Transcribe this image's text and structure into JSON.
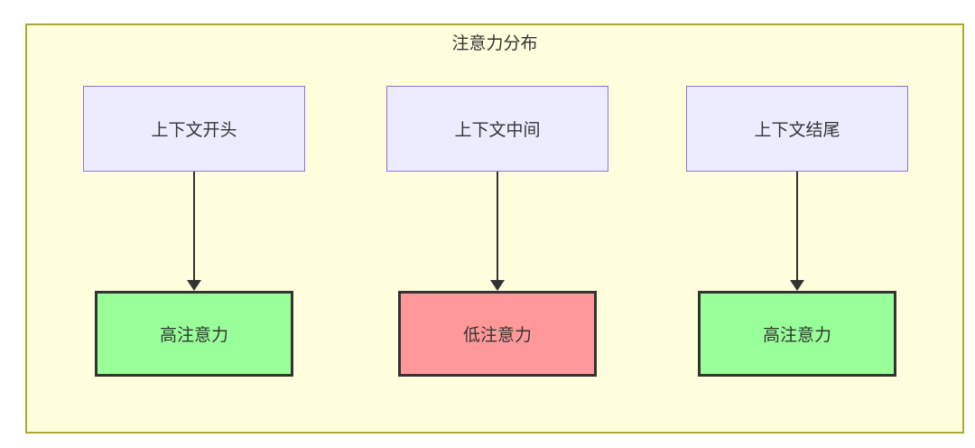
{
  "diagram": {
    "title": "注意力分布",
    "columns": [
      {
        "source": "上下文开头",
        "target": "高注意力",
        "target_level": "high"
      },
      {
        "source": "上下文中间",
        "target": "低注意力",
        "target_level": "low"
      },
      {
        "source": "上下文结尾",
        "target": "高注意力",
        "target_level": "high"
      }
    ],
    "colors": {
      "container_fill": "#ffffde",
      "container_border": "#aaaa33",
      "source_fill": "#ececff",
      "source_border": "#9370db",
      "high_fill": "#99ff99",
      "low_fill": "#ff9999",
      "target_border": "#333333",
      "arrow": "#333333",
      "text": "#333333"
    }
  }
}
